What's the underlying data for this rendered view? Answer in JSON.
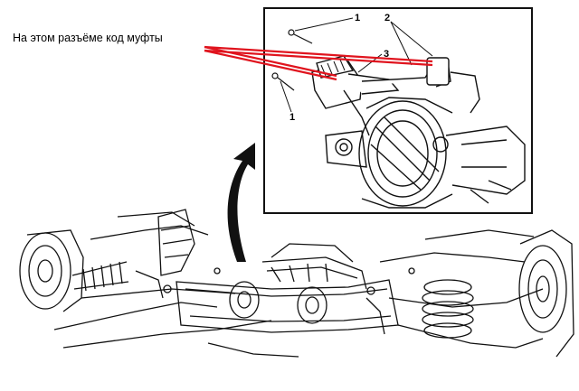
{
  "annotation": {
    "text": "На этом разъёме код муфты",
    "line_color": "#e0141e"
  },
  "callouts": {
    "label_1_top": "1",
    "label_2": "2",
    "label_3": "3",
    "label_1_left": "1"
  },
  "colors": {
    "ink": "#111111",
    "background": "#ffffff"
  }
}
